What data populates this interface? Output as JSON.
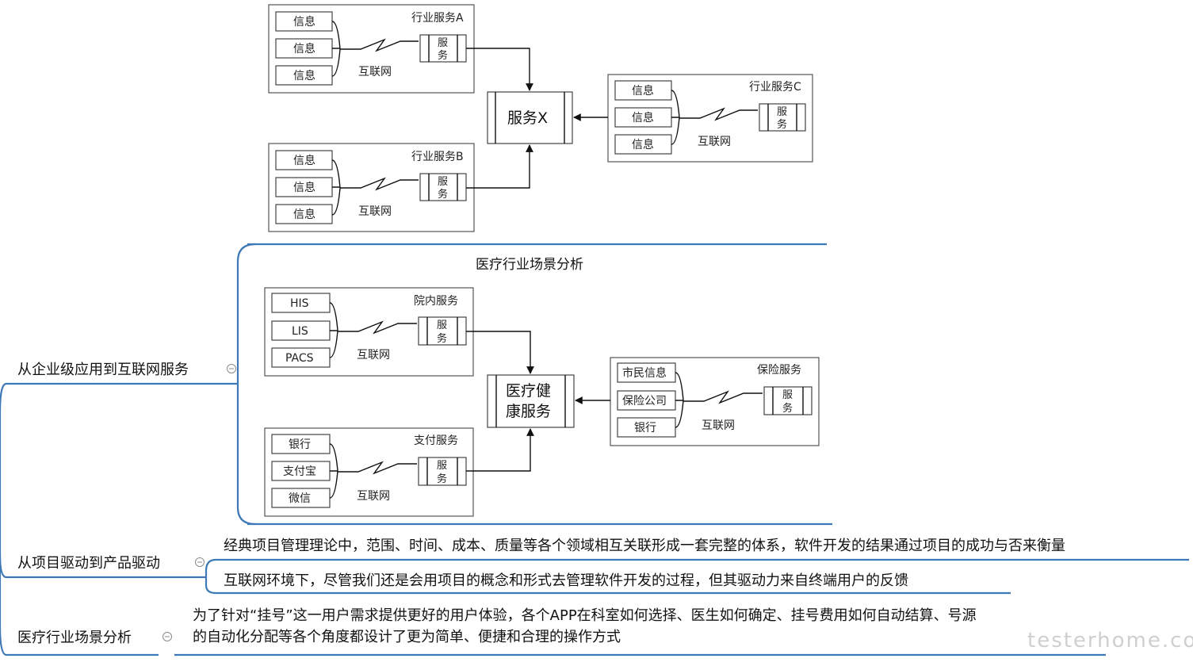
{
  "top_diagram": {
    "center": "服务X",
    "groups": [
      {
        "title": "行业服务A",
        "items": [
          "信息",
          "信息",
          "信息"
        ],
        "net": "互联网",
        "service": "服务"
      },
      {
        "title": "行业服务B",
        "items": [
          "信息",
          "信息",
          "信息"
        ],
        "net": "互联网",
        "service": "服务"
      },
      {
        "title": "行业服务C",
        "items": [
          "信息",
          "信息",
          "信息"
        ],
        "net": "互联网",
        "service": "服务"
      }
    ]
  },
  "medical_diagram": {
    "heading": "医疗行业场景分析",
    "center": "医疗健康服务",
    "groups": [
      {
        "title": "院内服务",
        "items": [
          "HIS",
          "LIS",
          "PACS"
        ],
        "net": "互联网",
        "service": "服务"
      },
      {
        "title": "支付服务",
        "items": [
          "银行",
          "支付宝",
          "微信"
        ],
        "net": "互联网",
        "service": "服务"
      },
      {
        "title": "保险服务",
        "items": [
          "市民信息",
          "保险公司",
          "银行"
        ],
        "net": "互联网",
        "service": "服务"
      }
    ]
  },
  "branches": [
    {
      "label": "从企业级应用到互联网服务"
    },
    {
      "label": "从项目驱动到产品驱动",
      "children": [
        "经典项目管理理论中，范围、时间、成本、质量等各个领域相互关联形成一套完整的体系，软件开发的结果通过项目的成功与否来衡量",
        "互联网环境下，尽管我们还是会用项目的概念和形式去管理软件开发的过程，但其驱动力来自终端用户的反馈"
      ]
    },
    {
      "label": "医疗行业场景分析",
      "children": [
        "为了针对“挂号”这一用户需求提供更好的用户体验，各个APP在科室如何选择、医生如何确定、挂号费用如何自动结算、号源",
        "的自动化分配等各个角度都设计了更为简单、便捷和合理的操作方式"
      ]
    }
  ],
  "watermark": "testerhome.com",
  "colors": {
    "branch_line": "#3f78b6"
  }
}
